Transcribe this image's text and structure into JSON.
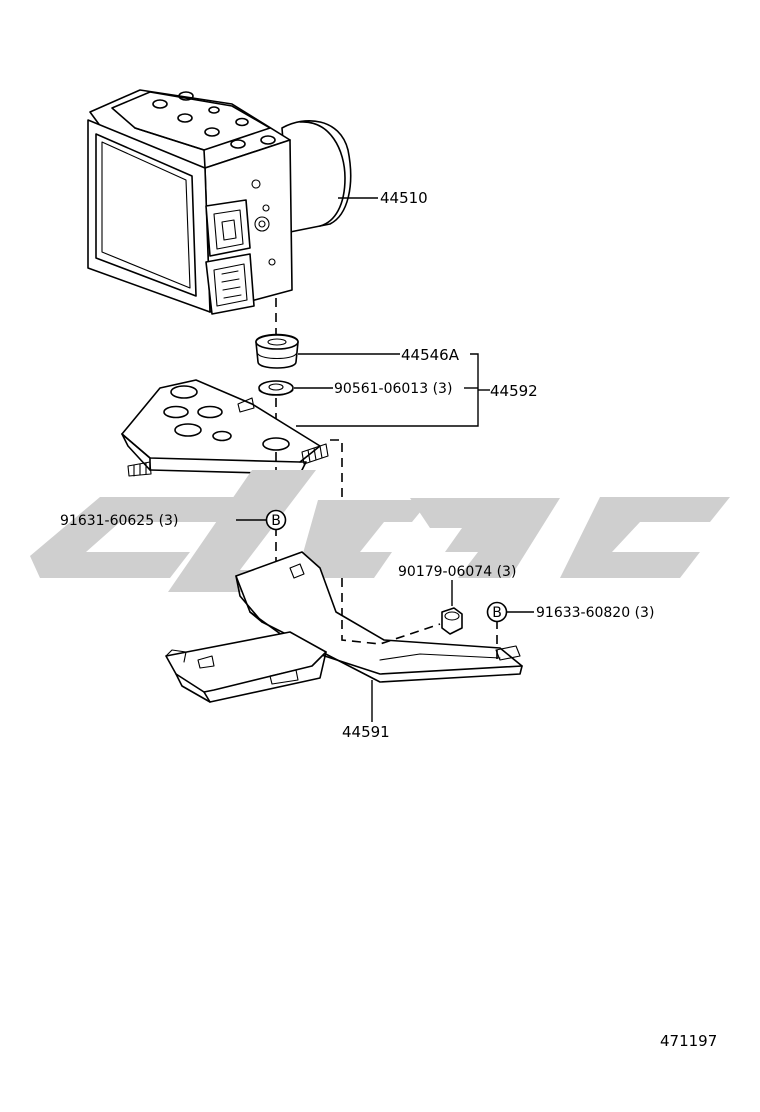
{
  "parts": {
    "actuator": "44510",
    "grommet": "44546A",
    "collar": "90561-06013 (3)",
    "bracket_set": "44592",
    "bolt_upper": "91631-60625 (3)",
    "nut": "90179-06074 (3)",
    "bolt_lower": "91633-60820 (3)",
    "bracket_lower": "44591"
  },
  "marker": "B",
  "diagram_id": "471197"
}
